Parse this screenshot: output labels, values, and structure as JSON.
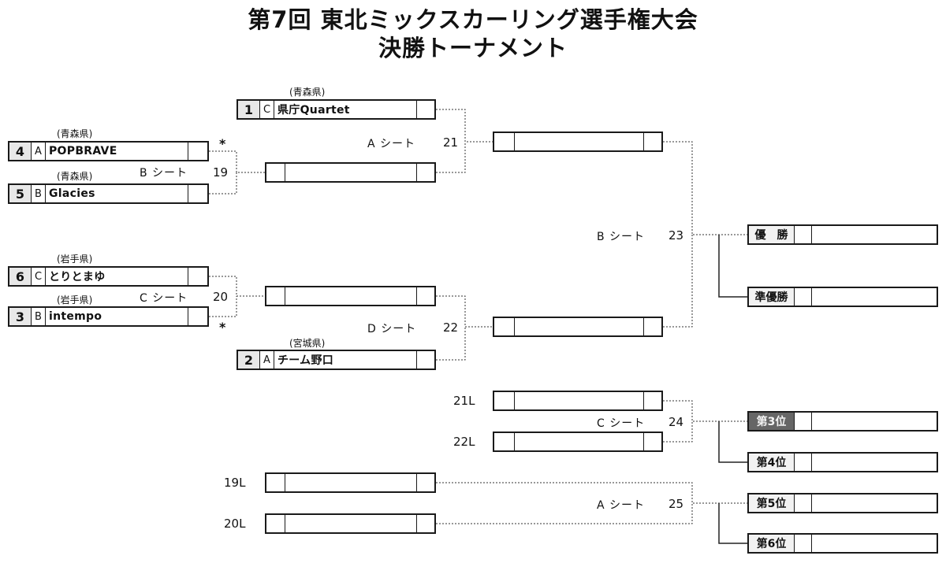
{
  "header": {
    "title": "第7回 東北ミックスカーリング選手権大会",
    "subtitle": "決勝トーナメント"
  },
  "teams": {
    "t1": {
      "seed": "1",
      "sheet": "C",
      "name": "県庁Quartet",
      "pref": "(青森県)"
    },
    "t4": {
      "seed": "4",
      "sheet": "A",
      "name": "POPBRAVE",
      "pref": "(青森県)"
    },
    "t5": {
      "seed": "5",
      "sheet": "B",
      "name": "Glacies",
      "pref": "(青森県)"
    },
    "t6": {
      "seed": "6",
      "sheet": "C",
      "name": "とりとまゆ",
      "pref": "(岩手県)"
    },
    "t3": {
      "seed": "3",
      "sheet": "B",
      "name": "intempo",
      "pref": "(岩手県)"
    },
    "t2": {
      "seed": "2",
      "sheet": "A",
      "name": "チーム野口",
      "pref": "(宮城県)"
    }
  },
  "games": {
    "g19": {
      "sheet": "B シート",
      "no": "19"
    },
    "g20": {
      "sheet": "C シート",
      "no": "20"
    },
    "g21": {
      "sheet": "A シート",
      "no": "21"
    },
    "g22": {
      "sheet": "D シート",
      "no": "22"
    },
    "g23": {
      "sheet": "B シート",
      "no": "23"
    },
    "g24": {
      "sheet": "C シート",
      "no": "24"
    },
    "g25": {
      "sheet": "A シート",
      "no": "25"
    }
  },
  "losers": {
    "l21": "21L",
    "l22": "22L",
    "l19": "19L",
    "l20": "20L"
  },
  "results": {
    "r1": "優　勝",
    "r2": "準優勝",
    "r3": "第3位",
    "r4": "第4位",
    "r5": "第5位",
    "r6": "第6位"
  },
  "marks": {
    "star": "*"
  }
}
